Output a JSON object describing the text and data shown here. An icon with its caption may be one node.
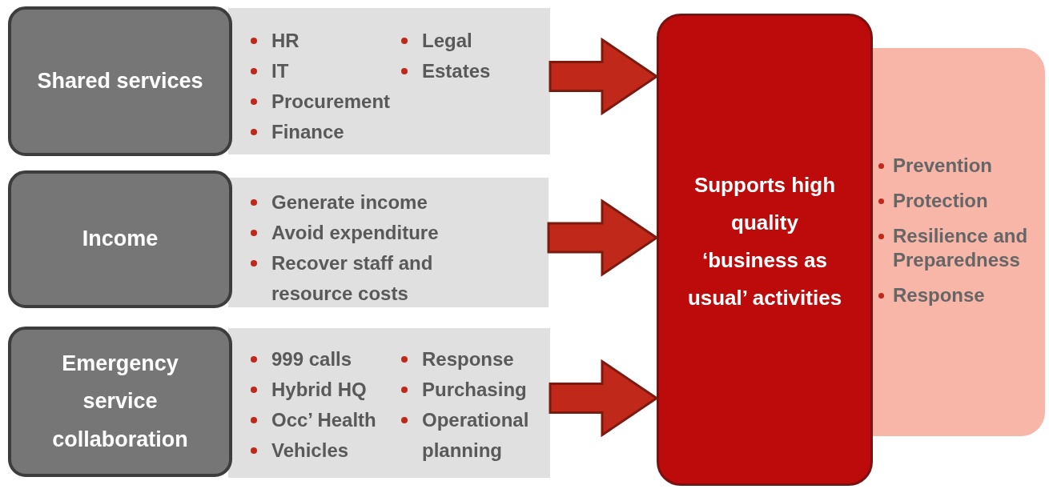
{
  "diagram": {
    "nodes": [
      {
        "text": [
          "Shared services"
        ]
      },
      {
        "text": [
          "HR",
          "IT",
          "Procurement",
          "Finance",
          "Legal",
          "Estates"
        ]
      },
      {
        "text": [
          "Income"
        ]
      },
      {
        "text": [
          "Generate income",
          "Avoid expenditure",
          "Recover staff and resource costs"
        ]
      },
      {
        "text": [
          "Emergency service collaboration"
        ]
      },
      {
        "text": [
          "999 calls",
          "Hybrid HQ",
          "Occ’ Health",
          "Vehicles",
          "Response",
          "Purchasing",
          "Operational planning"
        ]
      },
      {
        "text": [
          "Supports high quality ‘business as usual’ activities"
        ]
      },
      {
        "text": [
          "Prevention",
          "Protection",
          "Resilience and Preparedness",
          "Response"
        ]
      }
    ],
    "edges": [
      {
        "from": 1,
        "to": 6,
        "arrow": "to"
      },
      {
        "from": 3,
        "to": 6,
        "arrow": "to"
      },
      {
        "from": 5,
        "to": 6,
        "arrow": "to"
      }
    ]
  }
}
